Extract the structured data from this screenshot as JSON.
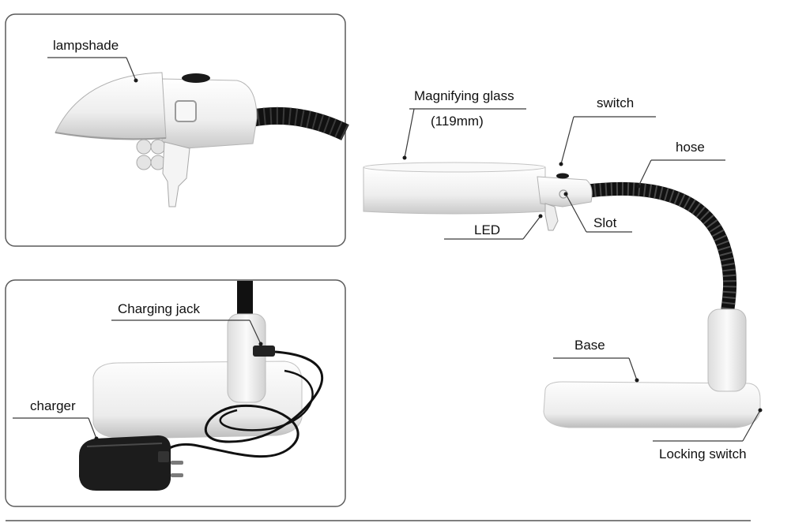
{
  "labels": {
    "lampshade": "lampshade",
    "magnifying_glass": "Magnifying glass",
    "magnifying_glass_size": "(119mm)",
    "switch": "switch",
    "hose": "hose",
    "led": "LED",
    "slot": "Slot",
    "charging_jack": "Charging jack",
    "charger": "charger",
    "base": "Base",
    "locking_switch": "Locking switch"
  },
  "colors": {
    "panel_border": "#5a5a5a",
    "leader_line": "#3a3a3a",
    "lamp_white": "#f2f2f2",
    "lamp_shadow": "#c8c8c8",
    "hose_black": "#111111",
    "charger_black": "#1c1c1c"
  }
}
